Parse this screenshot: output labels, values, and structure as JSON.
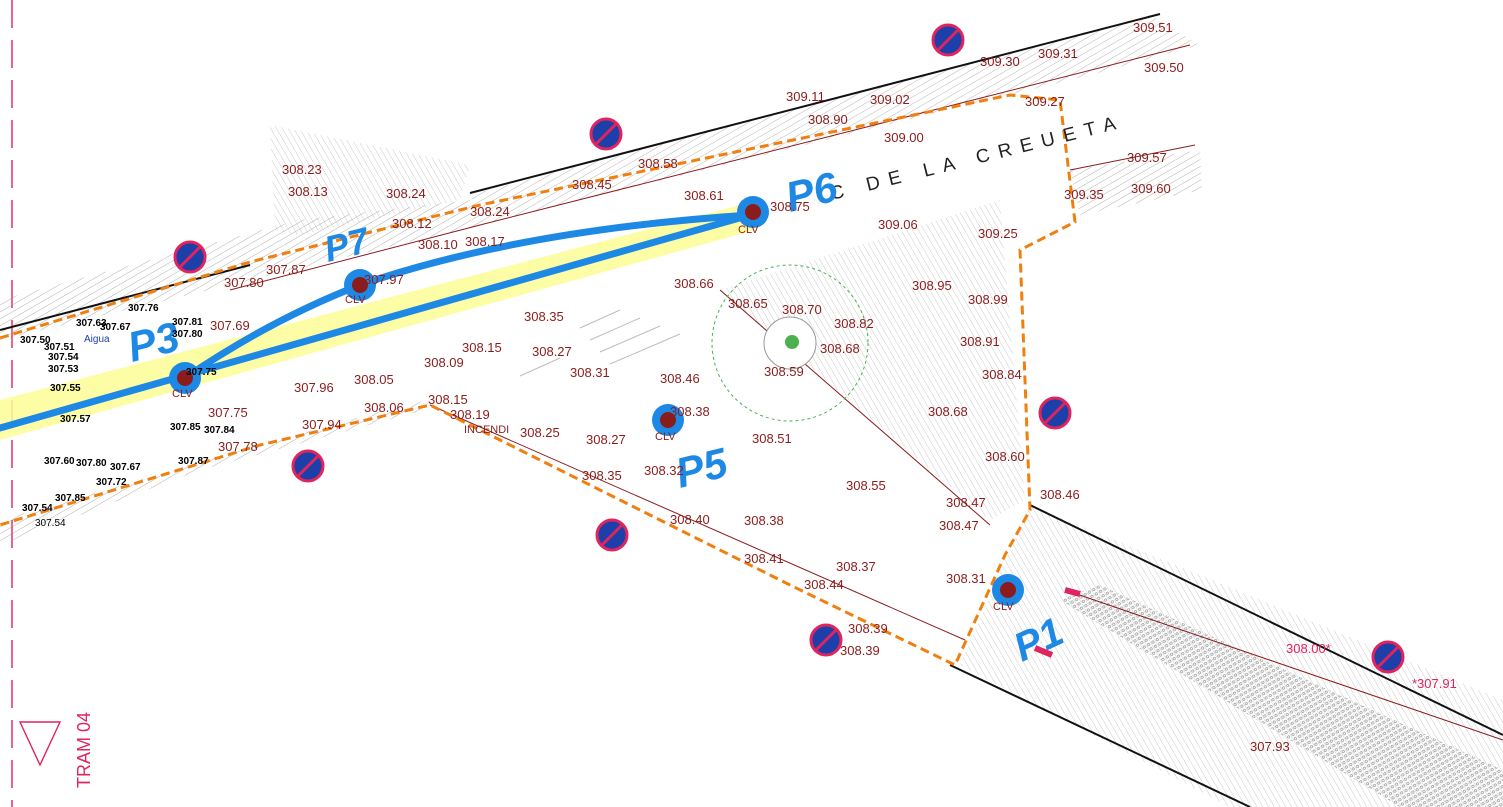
{
  "tram_label": "TRAM 04",
  "street_name": "C DE LA CREUETA",
  "sectors": [
    {
      "id": "p1",
      "label": "P1"
    },
    {
      "id": "p3",
      "label": "P3"
    },
    {
      "id": "p5",
      "label": "P5"
    },
    {
      "id": "p6",
      "label": "P6"
    },
    {
      "id": "p7",
      "label": "P7"
    }
  ],
  "clv_label": "CLV",
  "water_label": "Aigua",
  "incendi_label": "INCENDI",
  "elevations": [
    "309.51",
    "309.31",
    "309.30",
    "309.50",
    "309.27",
    "309.11",
    "309.02",
    "308.90",
    "309.00",
    "308.58",
    "308.45",
    "308.61",
    "308.75",
    "309.57",
    "309.35",
    "309.60",
    "309.06",
    "309.25",
    "308.23",
    "308.13",
    "308.24",
    "308.24",
    "308.17",
    "308.12",
    "308.10",
    "307.87",
    "307.80",
    "307.69",
    "307.97",
    "308.66",
    "308.65",
    "308.70",
    "308.95",
    "308.99",
    "308.82",
    "308.68",
    "308.91",
    "308.35",
    "308.27",
    "308.31",
    "308.59",
    "308.84",
    "308.46",
    "308.15",
    "308.09",
    "307.96",
    "308.05",
    "308.06",
    "308.15",
    "308.19",
    "307.75",
    "307.78",
    "307.94",
    "308.38",
    "308.68",
    "308.25",
    "308.27",
    "308.51",
    "308.60",
    "308.32",
    "308.35",
    "308.55",
    "308.47",
    "308.47",
    "308.46",
    "308.40",
    "308.38",
    "308.41",
    "308.37",
    "308.44",
    "308.31",
    "308.39",
    "308.39",
    "308.00*",
    "*307.91",
    "307.93"
  ],
  "black_elevations": [
    "307.76",
    "307.63",
    "307.67",
    "307.51",
    "307.50",
    "307.54",
    "307.53",
    "307.55",
    "307.57",
    "307.81",
    "307.80",
    "307.75",
    "307.85",
    "307.84",
    "307.87",
    "307.60",
    "307.80",
    "307.67",
    "307.72",
    "307.85",
    "307.54",
    "307.54"
  ],
  "colors": {
    "background": "#ffffff",
    "elevation_text": "#8b1c1c",
    "boundary": "#f07f0f",
    "pipe": "#1e88e5",
    "highlight": "#fdfd96",
    "no_parking": "#1c3faa",
    "tram_marker": "#e0245e"
  }
}
